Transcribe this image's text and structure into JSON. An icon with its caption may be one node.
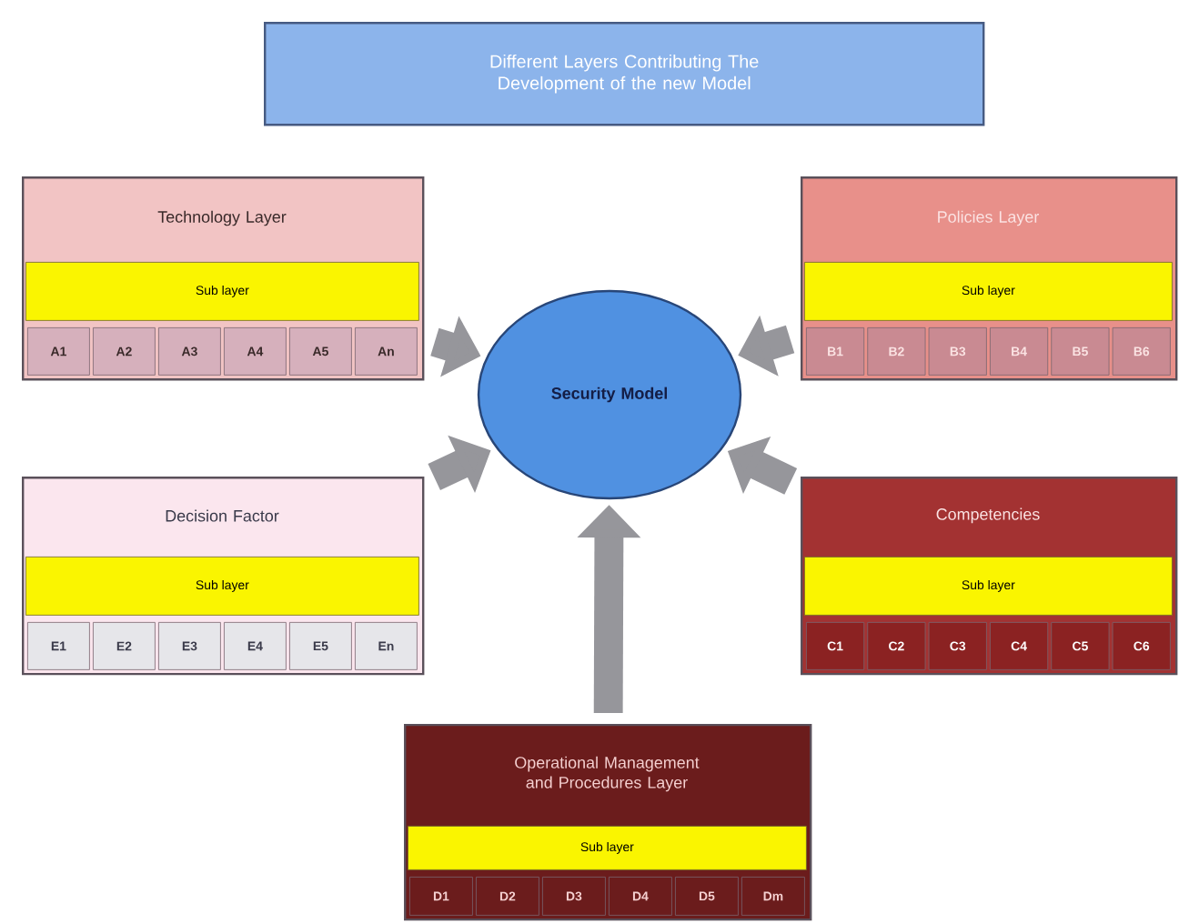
{
  "diagram": {
    "nodes": [
      {
        "text": [
          "Different Layers Contributing The Development of the new Model"
        ]
      },
      {
        "text": [
          "Technology Layer"
        ]
      },
      {
        "text": [
          "Sub layer"
        ],
        "in": 1
      },
      {
        "text": [
          "A1"
        ],
        "in": 1
      },
      {
        "text": [
          "A2"
        ],
        "in": 1
      },
      {
        "text": [
          "A3"
        ],
        "in": 1
      },
      {
        "text": [
          "A4"
        ],
        "in": 1
      },
      {
        "text": [
          "A5"
        ],
        "in": 1
      },
      {
        "text": [
          "An"
        ],
        "in": 1
      },
      {
        "text": [
          "Policies Layer"
        ]
      },
      {
        "text": [
          "Sub layer"
        ],
        "in": 9
      },
      {
        "text": [
          "B1"
        ],
        "in": 9
      },
      {
        "text": [
          "B2"
        ],
        "in": 9
      },
      {
        "text": [
          "B3"
        ],
        "in": 9
      },
      {
        "text": [
          "B4"
        ],
        "in": 9
      },
      {
        "text": [
          "B5"
        ],
        "in": 9
      },
      {
        "text": [
          "B6"
        ],
        "in": 9
      },
      {
        "text": [
          "Security Model"
        ]
      },
      {
        "text": [
          "Decision Factor"
        ]
      },
      {
        "text": [
          "Sub layer"
        ],
        "in": 18
      },
      {
        "text": [
          "E1"
        ],
        "in": 18
      },
      {
        "text": [
          "E2"
        ],
        "in": 18
      },
      {
        "text": [
          "E3"
        ],
        "in": 18
      },
      {
        "text": [
          "E4"
        ],
        "in": 18
      },
      {
        "text": [
          "E5"
        ],
        "in": 18
      },
      {
        "text": [
          "En"
        ],
        "in": 18
      },
      {
        "text": [
          "Competencies"
        ]
      },
      {
        "text": [
          "Sub layer"
        ],
        "in": 26
      },
      {
        "text": [
          "C1"
        ],
        "in": 26
      },
      {
        "text": [
          "C2"
        ],
        "in": 26
      },
      {
        "text": [
          "C3"
        ],
        "in": 26
      },
      {
        "text": [
          "C4"
        ],
        "in": 26
      },
      {
        "text": [
          "C5"
        ],
        "in": 26
      },
      {
        "text": [
          "C6"
        ],
        "in": 26
      },
      {
        "text": [
          "Operational Management and Procedures Layer"
        ]
      },
      {
        "text": [
          "Sub layer"
        ],
        "in": 34
      },
      {
        "text": [
          "D1"
        ],
        "in": 34
      },
      {
        "text": [
          "D2"
        ],
        "in": 34
      },
      {
        "text": [
          "D3"
        ],
        "in": 34
      },
      {
        "text": [
          "D4"
        ],
        "in": 34
      },
      {
        "text": [
          "D5"
        ],
        "in": 34
      },
      {
        "text": [
          "Dm"
        ],
        "in": 34
      }
    ],
    "edges": [
      {
        "from": 1,
        "to": 17,
        "arrow": "to"
      },
      {
        "from": 9,
        "to": 17,
        "arrow": "to"
      },
      {
        "from": 18,
        "to": 17,
        "arrow": "to"
      },
      {
        "from": 26,
        "to": 17,
        "arrow": "to"
      },
      {
        "from": 34,
        "to": 17,
        "arrow": "to"
      }
    ]
  }
}
